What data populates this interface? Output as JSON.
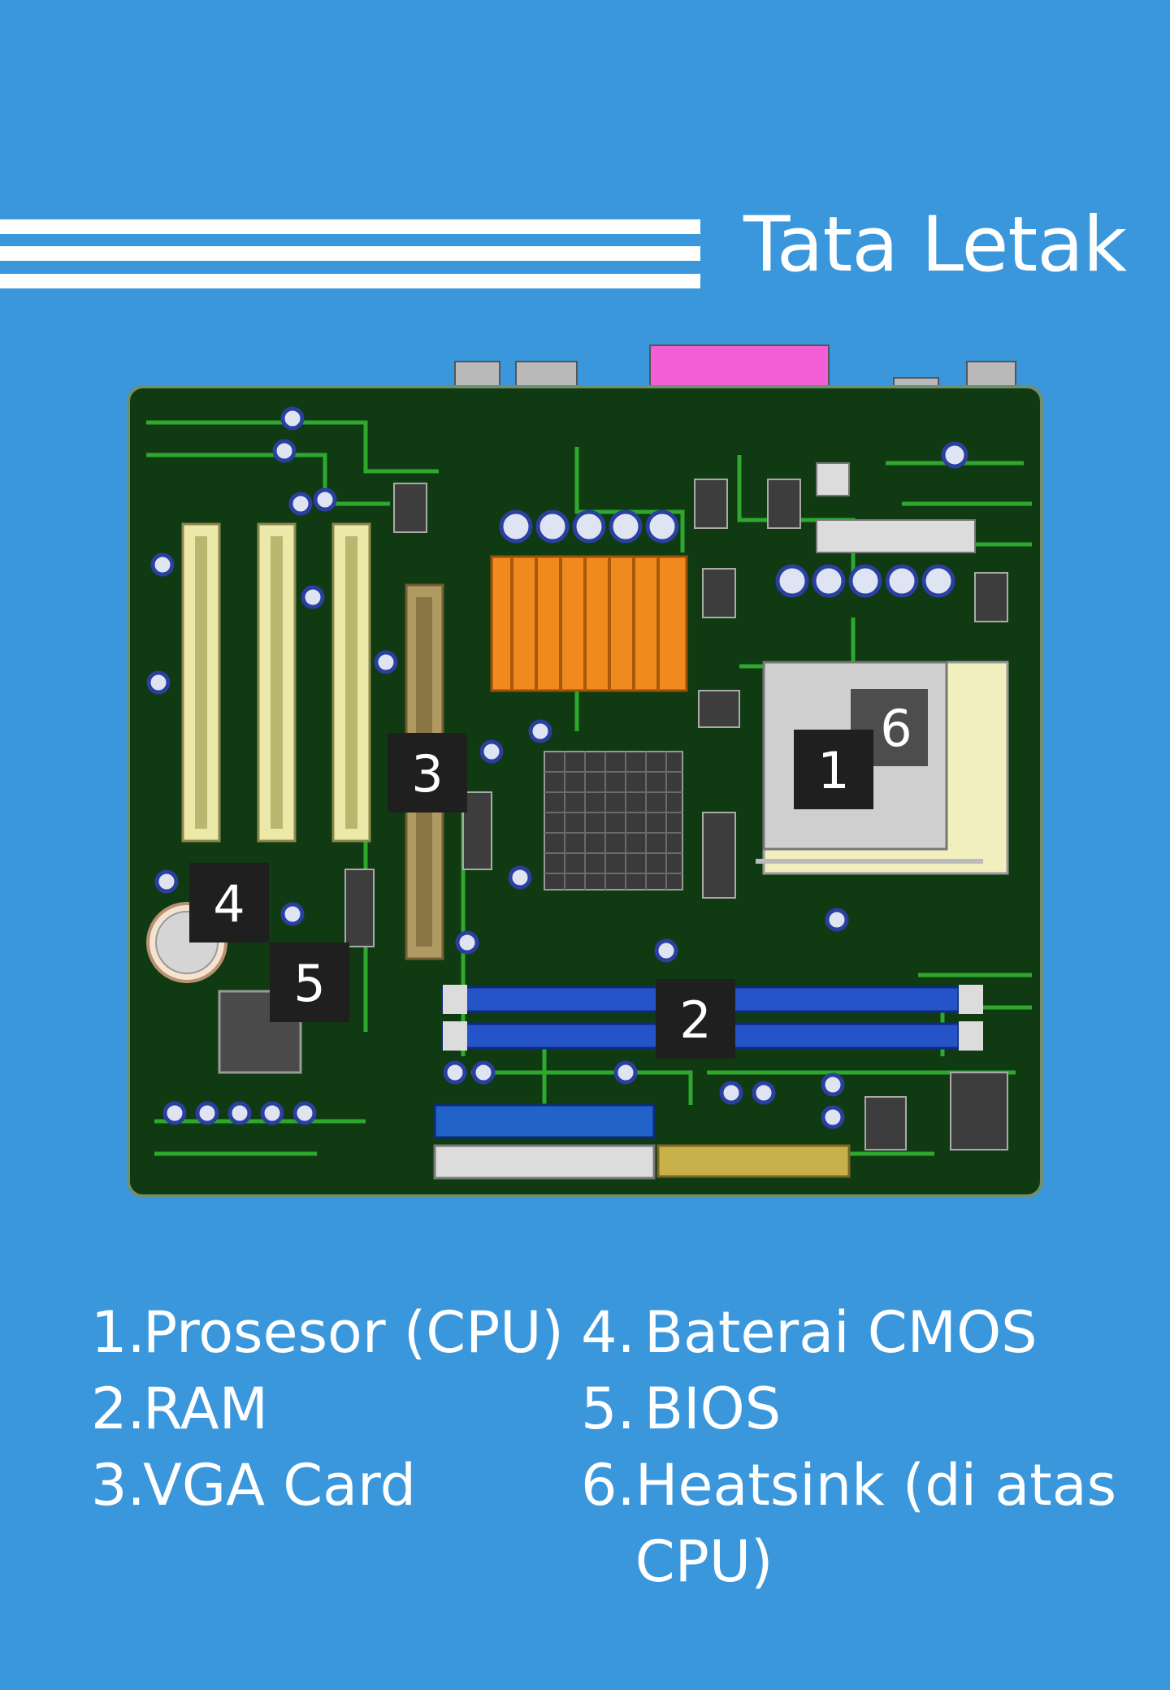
{
  "title": "Tata Letak",
  "colors": {
    "background": "#3a97dc",
    "board": "#0f3a12",
    "trace": "#2fa82f",
    "label_box": "#1f1f1f"
  },
  "diagram_labels": [
    "1",
    "2",
    "3",
    "4",
    "5",
    "6"
  ],
  "legend": {
    "left": [
      {
        "num": "1.",
        "text": "Prosesor (CPU)"
      },
      {
        "num": "2.",
        "text": "RAM"
      },
      {
        "num": "3.",
        "text": "VGA Card"
      }
    ],
    "right": [
      {
        "num": "4.",
        "text": "Baterai CMOS"
      },
      {
        "num": "5.",
        "text": "BIOS"
      },
      {
        "num": "6.",
        "text": "Heatsink (di atas CPU)"
      }
    ]
  }
}
